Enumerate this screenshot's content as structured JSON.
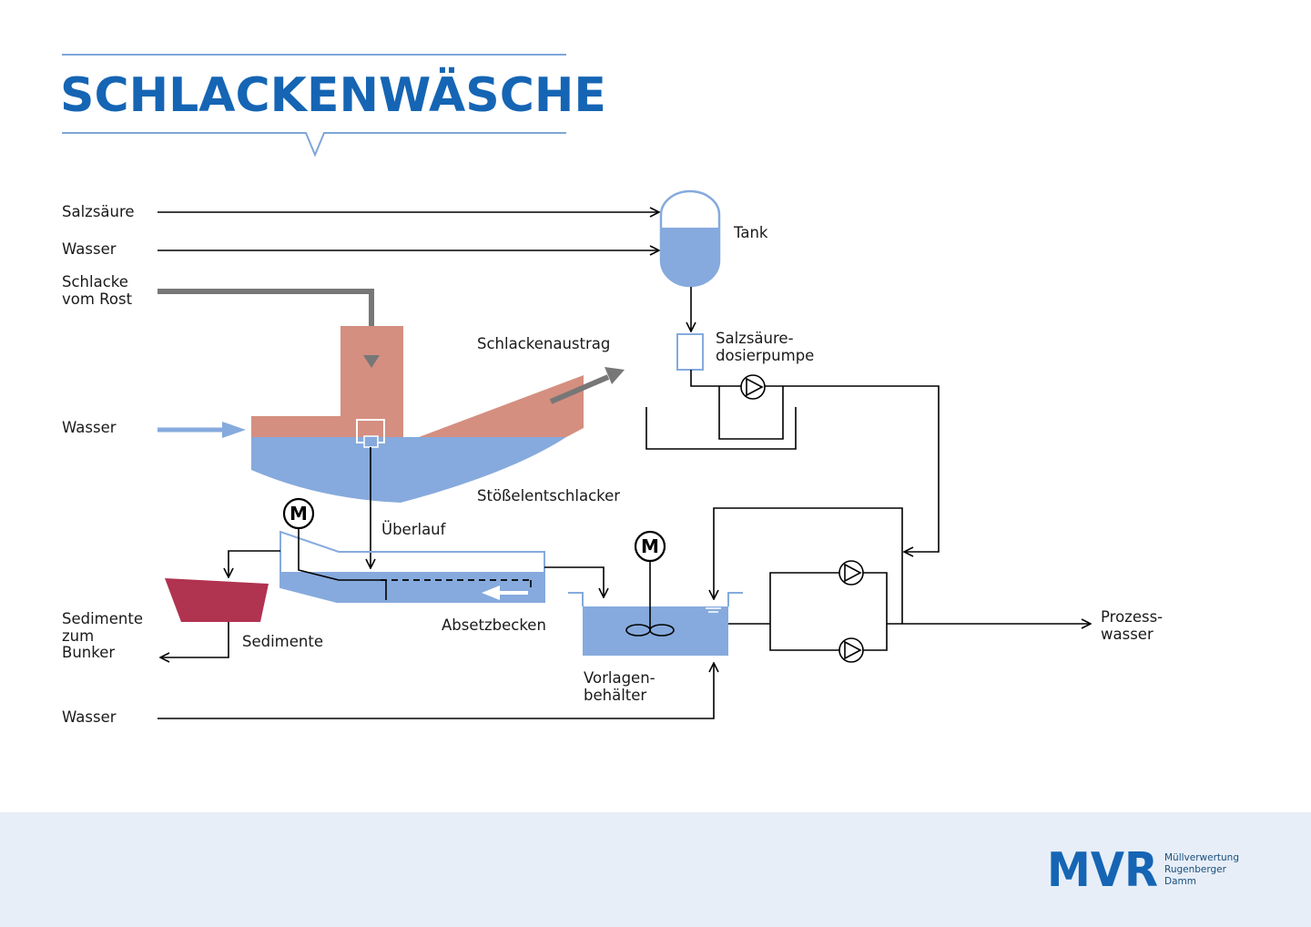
{
  "title": "SCHLACKENWÄSCHE",
  "labels": {
    "salzsaeure": "Salzsäure",
    "wasser_top": "Wasser",
    "schlacke_1": "Schlacke",
    "schlacke_2": "vom Rost",
    "wasser_mid": "Wasser",
    "tank": "Tank",
    "schlackenaustrag": "Schlackenaustrag",
    "dosierpumpe_1": "Salzsäure-",
    "dosierpumpe_2": "dosierpumpe",
    "stoesselentschlacker": "Stößelentschlacker",
    "ueberlauf": "Überlauf",
    "motor_1": "M",
    "motor_2": "M",
    "sedimente_bunker_1": "Sedimente",
    "sedimente_bunker_2": "zum",
    "sedimente_bunker_3": "Bunker",
    "sedimente": "Sedimente",
    "absetzbecken": "Absetzbecken",
    "vorlagen_1": "Vorlagen-",
    "vorlagen_2": "behälter",
    "prozess_1": "Prozess-",
    "prozess_2": "wasser",
    "wasser_bottom": "Wasser"
  },
  "logo": {
    "mark": "MVR",
    "line1": "Müllverwertung",
    "line2": "Rugenberger",
    "line3": "Damm"
  },
  "colors": {
    "title_blue": "#1565b4",
    "water": "#86aadd",
    "slag": "#d48f80",
    "sediment": "#b03350",
    "footer": "#e7eef8",
    "arrow_gray": "#777777"
  }
}
